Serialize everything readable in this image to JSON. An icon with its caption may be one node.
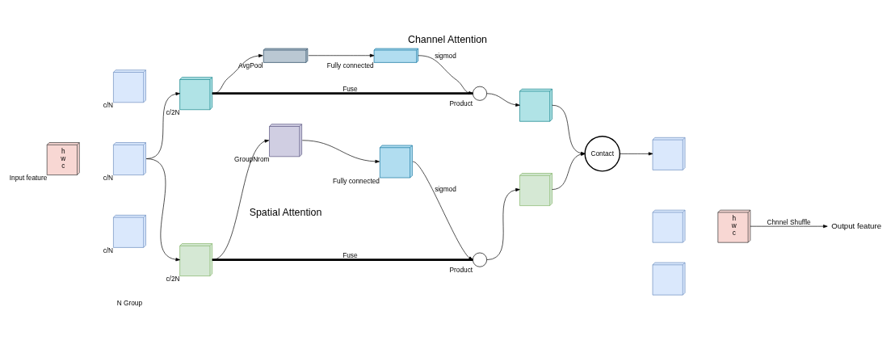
{
  "diagram": {
    "title": "Channel Attention",
    "nodes": [
      {
        "text": [
          "h",
          "w",
          "c"
        ],
        "beside": [
          "Input feature"
        ]
      },
      {
        "text": [],
        "shape": "box",
        "beside": [
          "c/N"
        ]
      },
      {
        "text": [],
        "shape": "box",
        "beside": [
          "c/N"
        ]
      },
      {
        "text": [],
        "shape": "box",
        "beside": [
          "c/N"
        ]
      },
      {
        "text": [],
        "shape": "box",
        "beside": [
          "c/2N"
        ]
      },
      {
        "text": [],
        "shape": "box",
        "beside": [
          "c/2N"
        ]
      },
      {
        "text": [],
        "shape": "box",
        "beside": [
          "AvgPool"
        ]
      },
      {
        "text": [],
        "shape": "box",
        "beside": [
          "Fully connected"
        ]
      },
      {
        "text": [],
        "shape": "circle",
        "beside": [
          "Product"
        ]
      },
      {
        "text": [],
        "shape": "box"
      },
      {
        "text": [],
        "shape": "box",
        "beside": [
          "GroupNrom"
        ]
      },
      {
        "text": [],
        "shape": "box",
        "beside": [
          "Fully connected"
        ]
      },
      {
        "text": [],
        "shape": "circle",
        "beside": [
          "Product"
        ]
      },
      {
        "text": [],
        "shape": "box"
      },
      {
        "text": [
          "Contact"
        ]
      },
      {
        "text": [],
        "shape": "box"
      },
      {
        "text": [],
        "shape": "box"
      },
      {
        "text": [],
        "shape": "box"
      },
      {
        "text": [
          "h",
          "w",
          "c"
        ]
      },
      {
        "text": [
          "Output feature"
        ]
      }
    ],
    "edges": [
      {
        "from": 2,
        "to": 4,
        "arrow": "to"
      },
      {
        "from": 2,
        "to": 5,
        "arrow": "to"
      },
      {
        "from": 4,
        "to": 6,
        "arrow": "to"
      },
      {
        "from": 6,
        "to": 7,
        "arrow": "to"
      },
      {
        "from": 7,
        "to": 8,
        "arrow": "to",
        "label": "sigmod"
      },
      {
        "from": 4,
        "to": 8,
        "arrow": "none",
        "label": "Fuse",
        "style": "thick"
      },
      {
        "from": 8,
        "to": 9,
        "arrow": "to"
      },
      {
        "from": 5,
        "to": 12,
        "arrow": "none",
        "label": "Fuse",
        "style": "thick"
      },
      {
        "from": 5,
        "to": 10,
        "arrow": "to"
      },
      {
        "from": 10,
        "to": 11,
        "arrow": "to"
      },
      {
        "from": 11,
        "to": 12,
        "arrow": "to",
        "label": "sigmod"
      },
      {
        "from": 12,
        "to": 13,
        "arrow": "to"
      },
      {
        "from": 9,
        "to": 14,
        "arrow": "to"
      },
      {
        "from": 13,
        "to": 14,
        "arrow": "to"
      },
      {
        "from": 14,
        "to": 16,
        "arrow": "to"
      },
      {
        "from": 18,
        "to": 19,
        "arrow": "to",
        "label": "Chnnel Shuffle"
      }
    ],
    "labels": [
      "N Group",
      "Spatial Attention"
    ]
  }
}
